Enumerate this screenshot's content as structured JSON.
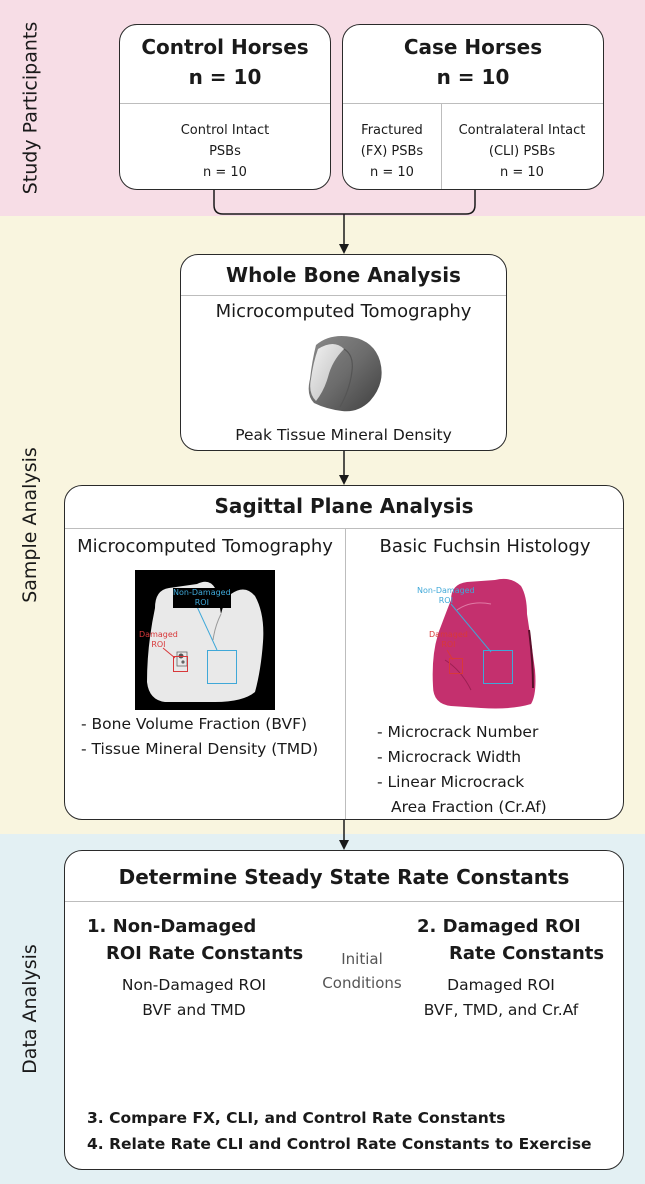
{
  "sections": {
    "participants": "Study Participants",
    "sample": "Sample Analysis",
    "data": "Data Analysis"
  },
  "control": {
    "title": "Control Horses",
    "n": "n = 10",
    "sub_line1": "Control Intact",
    "sub_line2": "PSBs",
    "sub_n": "n = 10"
  },
  "case": {
    "title": "Case Horses",
    "n": "n = 10",
    "fx_line1": "Fractured",
    "fx_line2": "(FX) PSBs",
    "fx_n": "n = 10",
    "cli_line1": "Contralateral Intact",
    "cli_line2": "(CLI) PSBs",
    "cli_n": "n = 10"
  },
  "whole_bone": {
    "title": "Whole Bone Analysis",
    "method": "Microcomputed Tomography",
    "measure": "Peak Tissue Mineral Density"
  },
  "sagittal": {
    "title": "Sagittal Plane Analysis",
    "left_title": "Microcomputed Tomography",
    "right_title": "Basic Fuchsin Histology",
    "left_img_nondamaged_1": "Non-Damaged",
    "left_img_nondamaged_2": "ROI",
    "left_img_damaged_1": "Damaged",
    "left_img_damaged_2": "ROI",
    "right_img_nondamaged_1": "Non-Damaged",
    "right_img_nondamaged_2": "ROI",
    "right_img_damaged_1": "Damaged",
    "right_img_damaged_2": "ROI",
    "left_bullets": [
      "- Bone Volume Fraction (BVF)",
      "- Tissue Mineral Density (TMD)"
    ],
    "right_bullets": [
      "- Microcrack Number",
      "- Microcrack Width",
      "- Linear Microcrack",
      "Area Fraction (Cr.Af)"
    ]
  },
  "steady_state": {
    "title": "Determine Steady State Rate Constants",
    "step1_line1": "1. Non-Damaged",
    "step1_line2": "ROI Rate Constants",
    "step1_desc1": "Non-Damaged ROI",
    "step1_desc2": "BVF and TMD",
    "step2_line1": "2. Damaged ROI",
    "step2_line2": "Rate Constants",
    "step2_desc1": "Damaged ROI",
    "step2_desc2": "BVF, TMD, and Cr.Af",
    "arrow_label1": "Initial",
    "arrow_label2": "Conditions",
    "step3": "3. Compare FX, CLI, and Control Rate Constants",
    "step4": "4. Relate Rate CLI and Control Rate Constants to Exercise"
  },
  "colors": {
    "band_participants": "#f7dde6",
    "band_sample": "#f9f5df",
    "band_data": "#e3f0f3",
    "nondamaged_roi": "#3fa8d8",
    "damaged_roi": "#d8383a",
    "fuchsin_tissue": "#c4306e"
  }
}
